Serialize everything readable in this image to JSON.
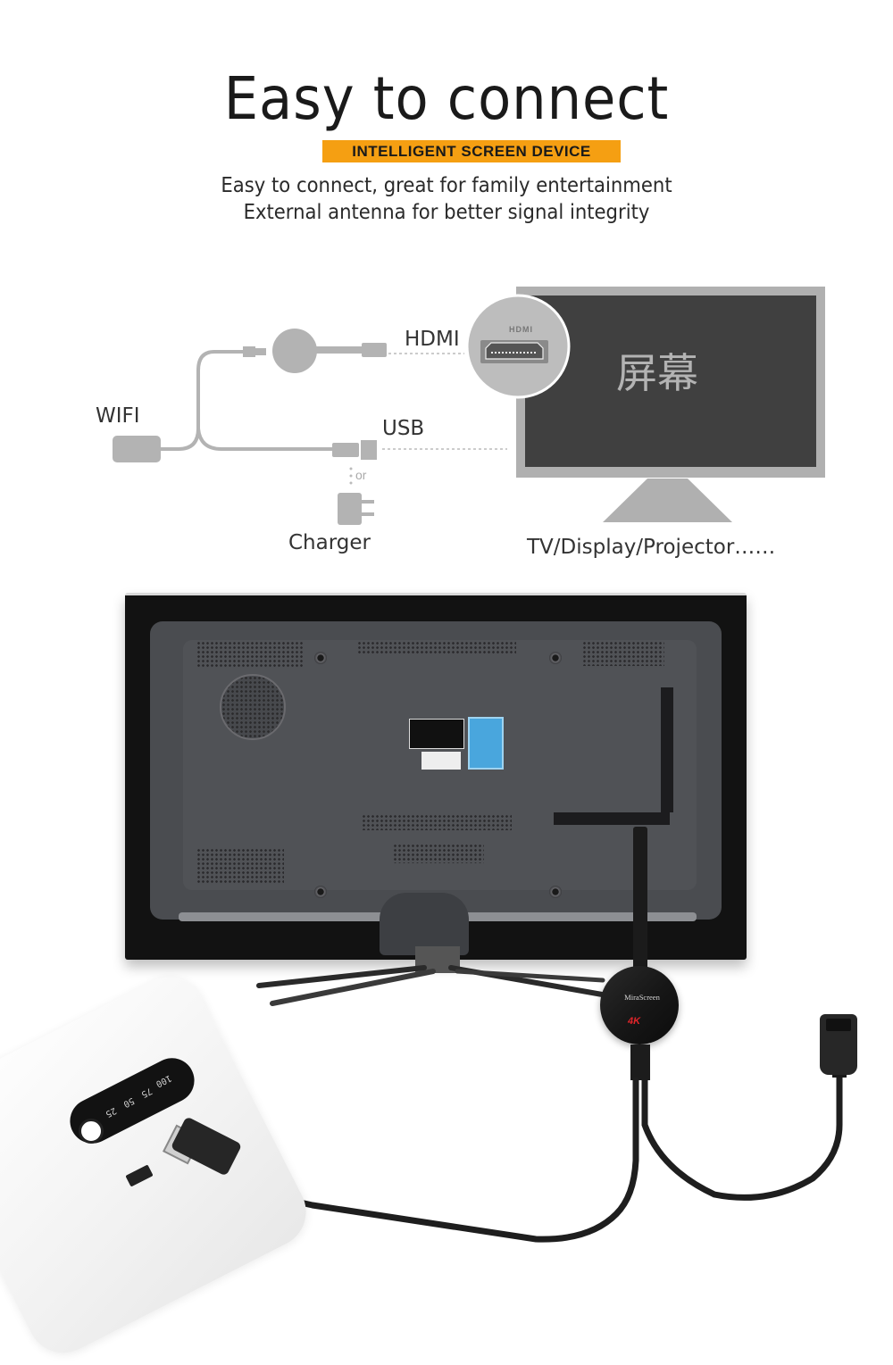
{
  "header": {
    "title": "Easy to connect",
    "badge": "INTELLIGENT SCREEN DEVICE",
    "badge_color": "#f59f12",
    "subtitle_lines": [
      "Easy to connect, great for family entertainment",
      "External antenna for better signal integrity"
    ]
  },
  "diagram": {
    "labels": {
      "hdmi": "HDMI",
      "wifi": "WIFI",
      "usb": "USB",
      "or": "or",
      "charger": "Charger",
      "display": "TV/Display/Projector……",
      "screen": "屏幕",
      "hdmi_port": "HDMI"
    },
    "colors": {
      "diagram_gray": "#b3b3b3",
      "screen_dark": "#404040",
      "screen_frame": "#b0b0b0"
    },
    "icons": [
      "dongle-icon",
      "usb-connector-icon",
      "charger-plug-icon",
      "hdmi-port-icon",
      "monitor-icon"
    ]
  },
  "photo": {
    "dongle_brand": "MiraScreen",
    "dongle_badge": "4K",
    "power_bank_levels": [
      "25",
      "50",
      "75",
      "100"
    ]
  }
}
